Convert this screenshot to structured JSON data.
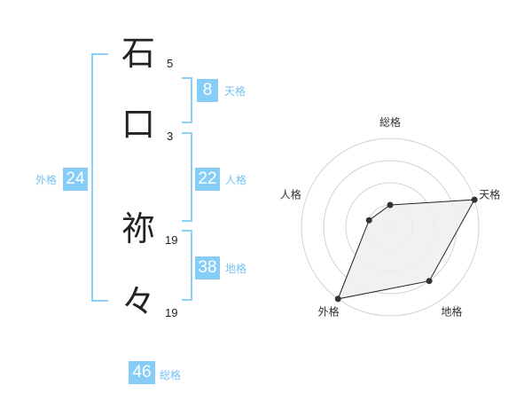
{
  "name": {
    "characters": [
      {
        "char": "石",
        "strokes": "5"
      },
      {
        "char": "口",
        "strokes": "3"
      },
      {
        "char": "祢",
        "strokes": "19"
      },
      {
        "char": "々",
        "strokes": "19"
      }
    ]
  },
  "fortunes": {
    "tenkaku": {
      "label": "天格",
      "value": "8"
    },
    "jinkaku": {
      "label": "人格",
      "value": "22"
    },
    "chikaku": {
      "label": "地格",
      "value": "38"
    },
    "gaikaku": {
      "label": "外格",
      "value": "24"
    },
    "soukaku": {
      "label": "総格",
      "value": "46"
    }
  },
  "radar": {
    "axes": [
      "総格",
      "天格",
      "地格",
      "外格",
      "人格"
    ],
    "values": [
      1,
      4,
      3,
      4,
      1
    ],
    "max": 4,
    "rings": 4,
    "colors": {
      "fill": "#efefef",
      "stroke": "#222222",
      "grid": "#d3d3d3",
      "center": "#dddddd",
      "point": "#333333"
    }
  },
  "colors": {
    "accent": "#86cdf8",
    "accent_text": "#77c2f2",
    "bracket": "#8dd0fa"
  }
}
